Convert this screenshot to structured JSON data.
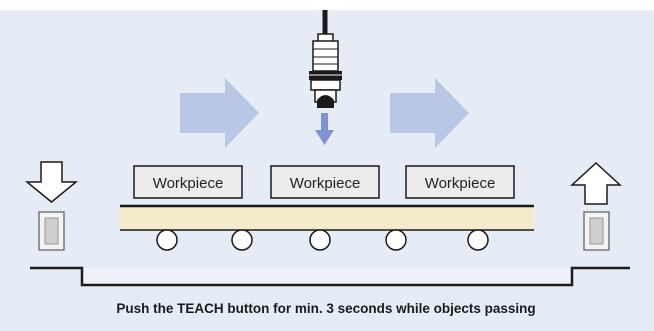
{
  "colors": {
    "panel_bg": "#e5ecf5",
    "flow_arrow": "#b9c6e6",
    "detect_arrow": "#7f93d0",
    "belt": "#f3ebcc",
    "workpiece_fill": "#ececec",
    "line": "#1a1a1a"
  },
  "workpieces": [
    {
      "label": "Workpiece"
    },
    {
      "label": "Workpiece"
    },
    {
      "label": "Workpiece"
    }
  ],
  "icons": {
    "sensor": "photoelectric-sensor-icon",
    "left_reflector_arrow": "down-arrow-icon",
    "right_reflector_arrow": "up-arrow-icon",
    "flow": "right-arrow-icon",
    "detection": "down-arrow-icon"
  },
  "caption": "Push the TEACH button for min. 3 seconds while objects passing"
}
